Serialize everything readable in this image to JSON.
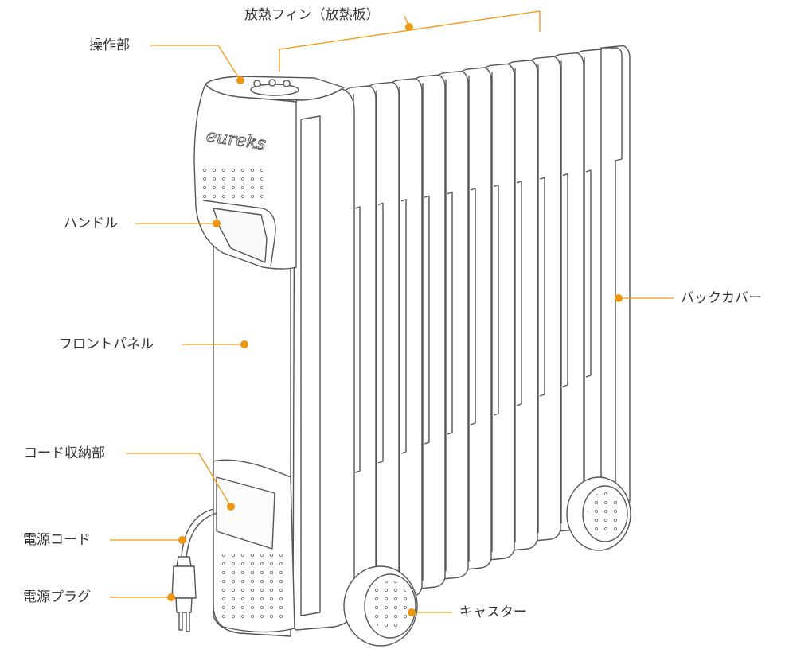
{
  "brand": "eureks",
  "colors": {
    "leader": "#f0960f",
    "outline": "#555555",
    "fill": "#ffffff",
    "text": "#333333"
  },
  "labels": {
    "fins": "放熱フィン（放熱板）",
    "control": "操作部",
    "handle": "ハンドル",
    "front_panel": "フロントパネル",
    "cord_storage": "コード収納部",
    "power_cord": "電源コード",
    "power_plug": "電源プラグ",
    "back_cover": "バックカバー",
    "caster": "キャスター"
  }
}
